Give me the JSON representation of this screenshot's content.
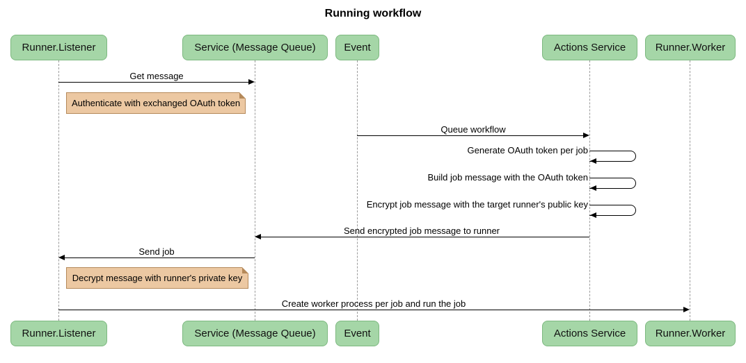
{
  "title": "Running workflow",
  "colors": {
    "participant_fill": "#a5d6a7",
    "participant_border": "#7cb87f",
    "note_fill": "#ecc8a2",
    "note_border": "#b5895a",
    "lifeline": "#9a9a9a",
    "arrow": "#000000"
  },
  "participants": [
    {
      "label": "Runner.Listener"
    },
    {
      "label": "Service (Message Queue)"
    },
    {
      "label": "Event"
    },
    {
      "label": "Actions Service"
    },
    {
      "label": "Runner.Worker"
    }
  ],
  "messages": [
    {
      "label": "Get message",
      "from": "Runner.Listener",
      "to": "Service (Message Queue)",
      "type": "arrow"
    },
    {
      "label": "Queue workflow",
      "from": "Event",
      "to": "Actions Service",
      "type": "arrow"
    },
    {
      "label": "Generate OAuth token per job",
      "from": "Actions Service",
      "to": "Actions Service",
      "type": "self"
    },
    {
      "label": "Build job message with the OAuth token",
      "from": "Actions Service",
      "to": "Actions Service",
      "type": "self"
    },
    {
      "label": "Encrypt job message with the target runner's public key",
      "from": "Actions Service",
      "to": "Actions Service",
      "type": "self"
    },
    {
      "label": "Send encrypted job message to runner",
      "from": "Actions Service",
      "to": "Service (Message Queue)",
      "type": "arrow"
    },
    {
      "label": "Send job",
      "from": "Service (Message Queue)",
      "to": "Runner.Listener",
      "type": "arrow"
    },
    {
      "label": "Create worker process per job and run the job",
      "from": "Runner.Listener",
      "to": "Runner.Worker",
      "type": "arrow"
    }
  ],
  "notes": [
    {
      "text": "Authenticate with exchanged OAuth token",
      "over": "Runner.Listener"
    },
    {
      "text": "Decrypt message with runner's private key",
      "over": "Runner.Listener"
    }
  ]
}
